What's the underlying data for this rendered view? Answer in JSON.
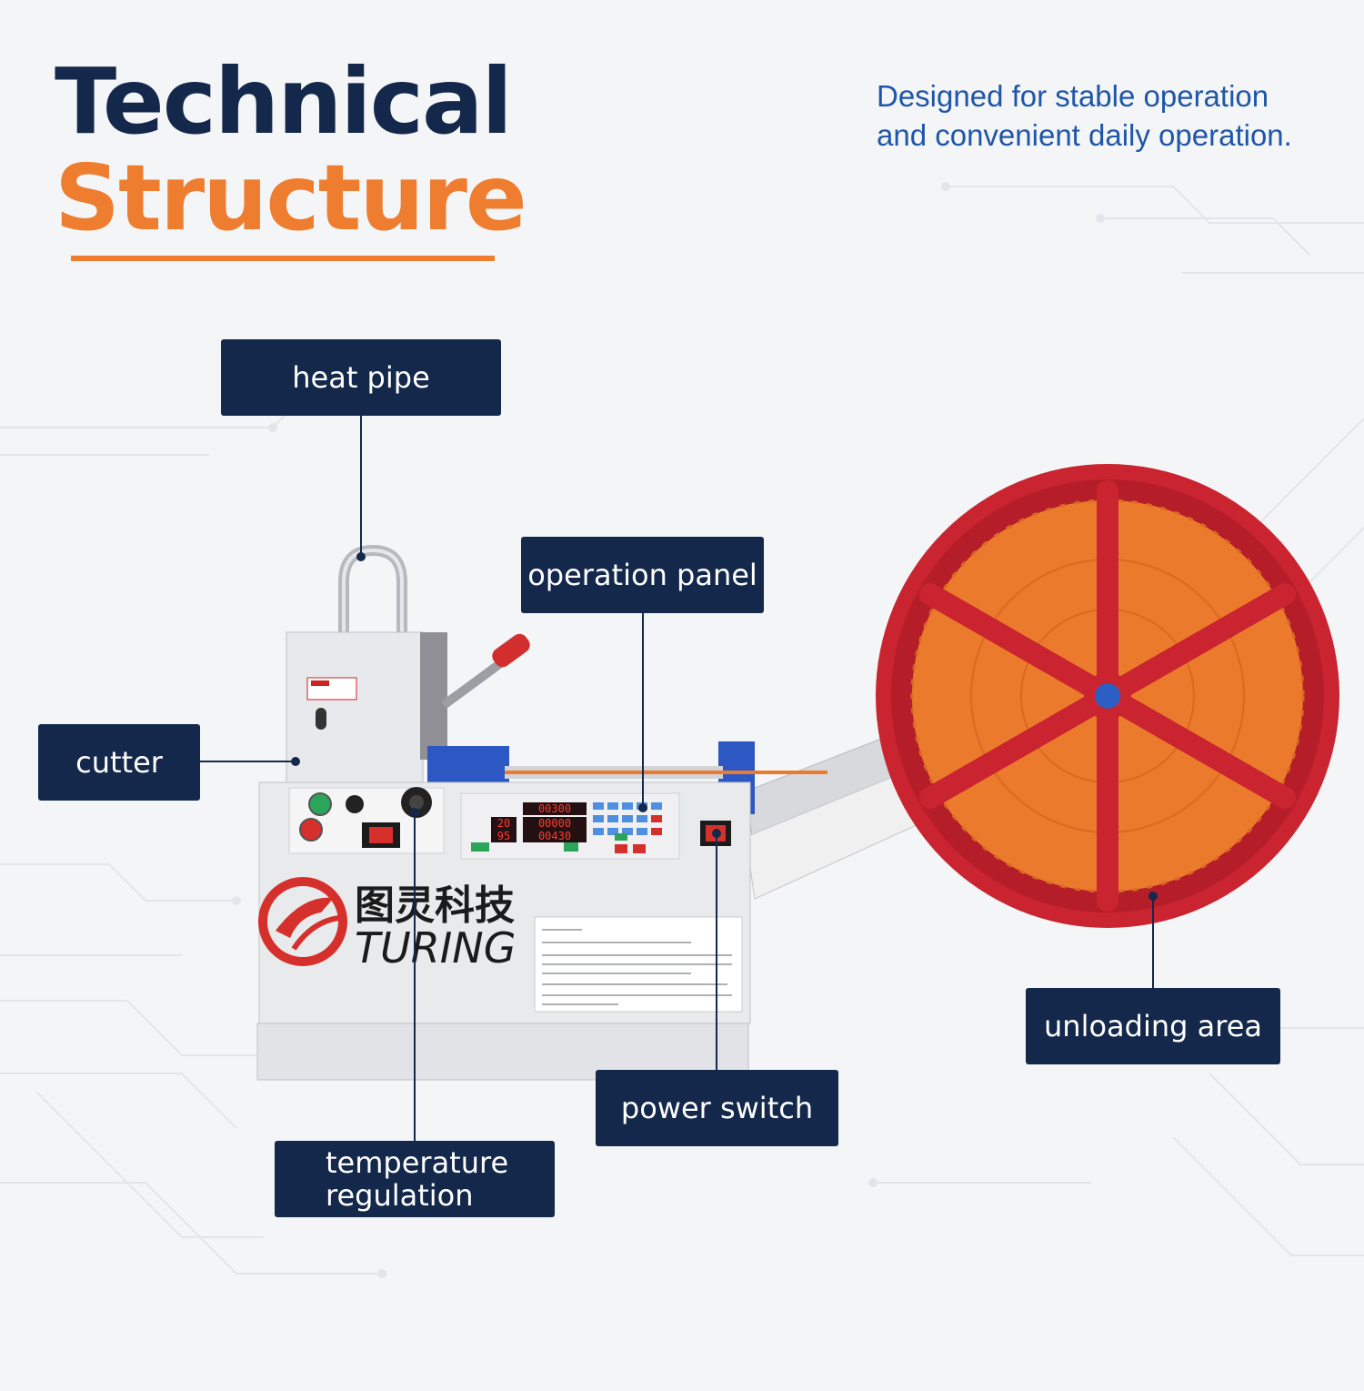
{
  "headline": {
    "line1": "Technical",
    "line2": "Structure"
  },
  "tagline": {
    "line1": "Designed for stable operation",
    "line2": "and convenient daily operation."
  },
  "callouts": {
    "heat_pipe": "heat pipe",
    "operation_panel": "operation panel",
    "cutter": "cutter",
    "unloading_area": "unloading area",
    "power_switch": "power switch",
    "temperature_regulation_line1": "temperature",
    "temperature_regulation_line2": "regulation"
  },
  "brand": {
    "chinese_name": "图灵科技",
    "latin_name": "TURING"
  },
  "panel_display": {
    "row1": "00300",
    "row2a": "20",
    "row2b": "00000",
    "row3a": "95",
    "row3b": "00430"
  },
  "colors": {
    "navy": "#14284b",
    "orange": "#ee7d30",
    "tagline_blue": "#1f56a8",
    "reel_red": "#c92430",
    "tape_orange": "#ec7a2c"
  }
}
